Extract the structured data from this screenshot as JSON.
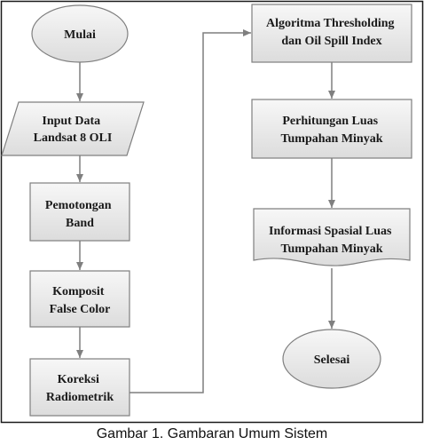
{
  "nodes": {
    "mulai": {
      "shape": "terminator",
      "lines": [
        "Mulai"
      ]
    },
    "input_data": {
      "shape": "data",
      "lines": [
        "Input Data",
        "Landsat 8 OLI"
      ]
    },
    "pemotongan_band": {
      "shape": "process",
      "lines": [
        "Pemotongan",
        "Band"
      ]
    },
    "komposit": {
      "shape": "process",
      "lines": [
        "Komposit",
        "False Color"
      ]
    },
    "koreksi": {
      "shape": "process",
      "lines": [
        "Koreksi",
        "Radiometrik"
      ]
    },
    "algoritma": {
      "shape": "process",
      "lines": [
        "Algoritma Thresholding",
        "dan Oil Spill Index"
      ]
    },
    "perhitungan": {
      "shape": "process",
      "lines": [
        "Perhitungan Luas",
        "Tumpahan Minyak"
      ]
    },
    "informasi": {
      "shape": "document",
      "lines": [
        "Informasi Spasial Luas",
        "Tumpahan Minyak"
      ]
    },
    "selesai": {
      "shape": "terminator",
      "lines": [
        "Selesai"
      ]
    }
  },
  "edges": [
    {
      "from": "mulai",
      "to": "input_data"
    },
    {
      "from": "input_data",
      "to": "pemotongan_band"
    },
    {
      "from": "pemotongan_band",
      "to": "komposit"
    },
    {
      "from": "komposit",
      "to": "koreksi"
    },
    {
      "from": "koreksi",
      "to": "algoritma"
    },
    {
      "from": "algoritma",
      "to": "perhitungan"
    },
    {
      "from": "perhitungan",
      "to": "informasi"
    },
    {
      "from": "informasi",
      "to": "selesai"
    }
  ],
  "caption": "Gambar 1. Gambaran Umum Sistem",
  "colors": {
    "node_fill_top": "#f7f7f7",
    "node_fill_bottom": "#dcdcdc",
    "stroke": "#7f7f7f",
    "frame": "#1a1a1a"
  }
}
